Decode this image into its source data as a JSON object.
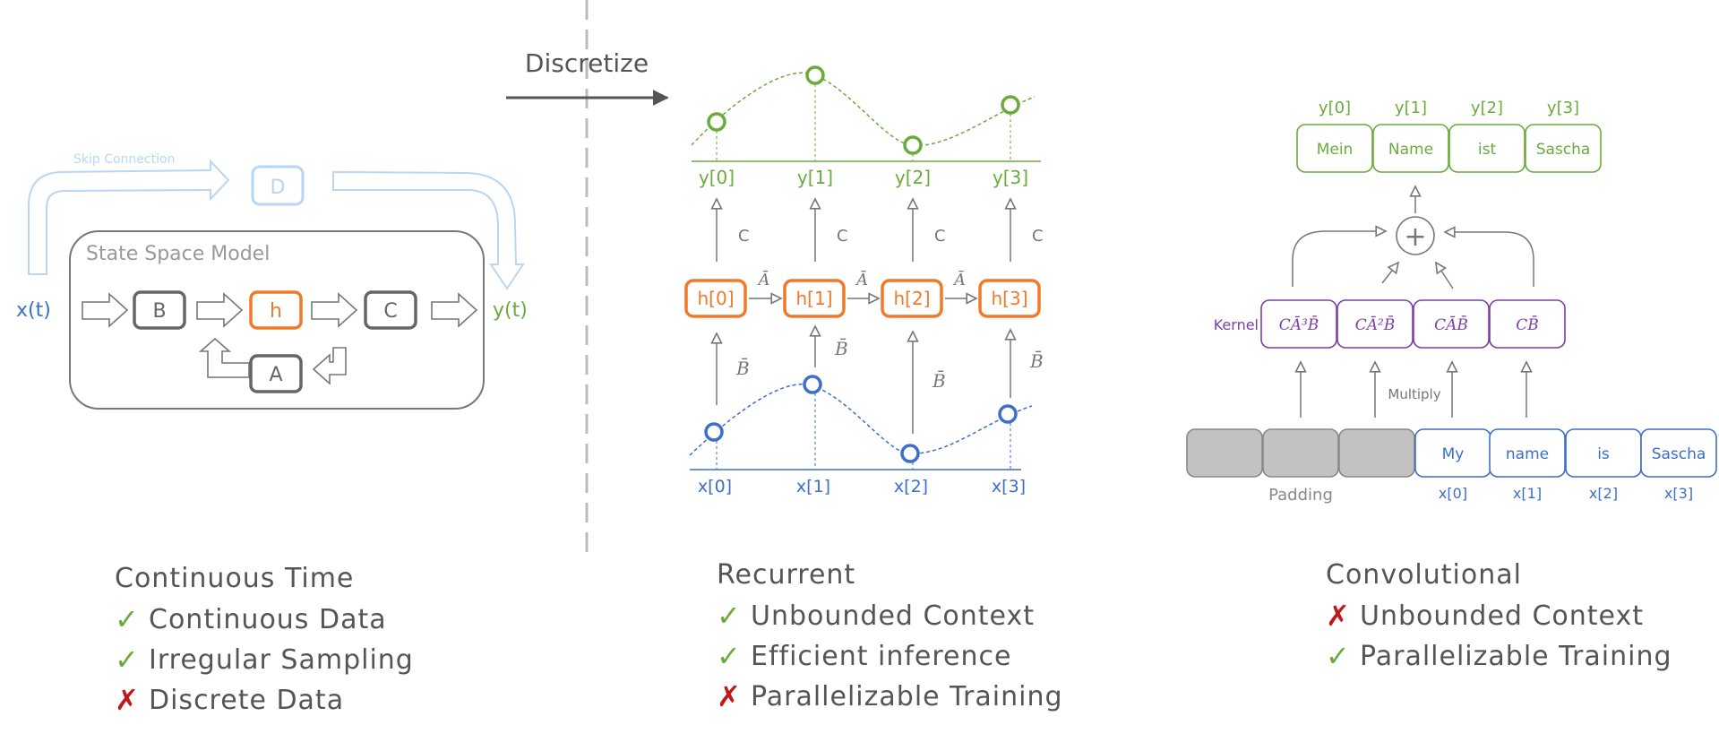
{
  "colors": {
    "blue": "#3b6fc9",
    "green": "#6aab3c",
    "orange": "#ef7a2a",
    "purple": "#7e3ea8",
    "gray": "#666666",
    "light_blue": "#b9d6f2",
    "padding_fill": "#c2c2c2",
    "divider": "#bbbbbb",
    "pro": "#6aab3c",
    "con": "#c0191c"
  },
  "continuous": {
    "skip_label": "Skip Connection",
    "d_label": "D",
    "ssm_label": "State Space Model",
    "input_label": "x(t)",
    "output_label": "y(t)",
    "b_label": "B",
    "h_label": "h",
    "c_label": "C",
    "a_label": "A"
  },
  "discretize": {
    "label": "Discretize"
  },
  "recurrent_diagram": {
    "outputs": [
      "y[0]",
      "y[1]",
      "y[2]",
      "y[3]"
    ],
    "c_label": "C",
    "hidden": [
      "h[0]",
      "h[1]",
      "h[2]",
      "h[3]"
    ],
    "a_bar": "Ā",
    "b_bar": "B̄",
    "inputs": [
      "x[0]",
      "x[1]",
      "x[2]",
      "x[3]"
    ]
  },
  "convolutional_diagram": {
    "output_indices": [
      "y[0]",
      "y[1]",
      "y[2]",
      "y[3]"
    ],
    "output_tokens": [
      "Mein",
      "Name",
      "ist",
      "Sascha"
    ],
    "plus_symbol": "+",
    "kernel_label": "Kernel",
    "kernel_terms": [
      "CĀ³B̄",
      "CĀ²B̄",
      "CĀB̄",
      "CB̄"
    ],
    "multiply_label": "Multiply",
    "padding_label": "Padding",
    "input_tokens": [
      "My",
      "name",
      "is",
      "Sascha"
    ],
    "input_indices": [
      "x[0]",
      "x[1]",
      "x[2]",
      "x[3]"
    ]
  },
  "summaries": [
    {
      "title": "Continuous Time",
      "items": [
        {
          "mark": "✓",
          "type": "pro",
          "text": "Continuous Data"
        },
        {
          "mark": "✓",
          "type": "pro",
          "text": "Irregular Sampling"
        },
        {
          "mark": "✗",
          "type": "con",
          "text": "Discrete Data"
        }
      ]
    },
    {
      "title": "Recurrent",
      "items": [
        {
          "mark": "✓",
          "type": "pro",
          "text": "Unbounded Context"
        },
        {
          "mark": "✓",
          "type": "pro",
          "text": "Efficient inference"
        },
        {
          "mark": "✗",
          "type": "con",
          "text": "Parallelizable Training"
        }
      ]
    },
    {
      "title": "Convolutional",
      "items": [
        {
          "mark": "✗",
          "type": "con",
          "text": "Unbounded Context"
        },
        {
          "mark": "✓",
          "type": "pro",
          "text": "Parallelizable Training"
        }
      ]
    }
  ]
}
